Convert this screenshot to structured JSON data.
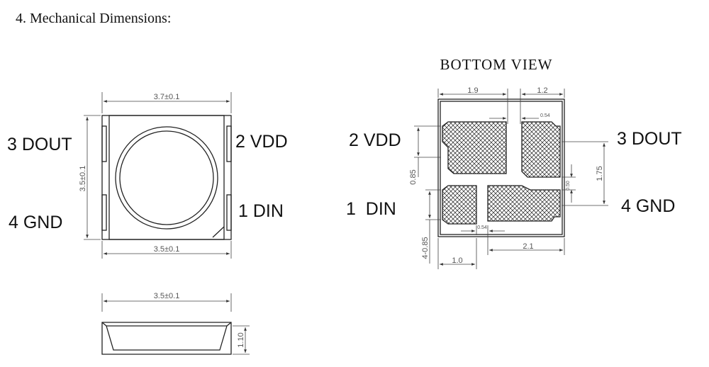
{
  "heading": "4. Mechanical Dimensions:",
  "top_view": {
    "width_top": "3.7±0.1",
    "width_bottom": "3.5±0.1",
    "height_left": "3.5±0.1",
    "pins": {
      "dout": "3 DOUT",
      "gnd": "4 GND",
      "vdd": "2 VDD",
      "din": "1 DIN"
    }
  },
  "side_view": {
    "width": "3.5±0.1",
    "height": "1.10"
  },
  "bottom_view": {
    "title": "BOTTOM VIEW",
    "dim_left_pad_width": "1.9",
    "dim_right_pad_width": "1.2",
    "dim_gap_top": "0.54",
    "dim_gap_bottom": "0.54",
    "dim_gap_right": "0.50",
    "dim_left_height": "0.85",
    "dim_left_lower_height": "4-0.85",
    "dim_right_height": "1.75",
    "dim_bottom_left": "1.0",
    "dim_bottom_right": "2.1",
    "pins": {
      "vdd": "2 VDD",
      "din": "1  DIN",
      "dout": "3 DOUT",
      "gnd": "4 GND"
    }
  }
}
